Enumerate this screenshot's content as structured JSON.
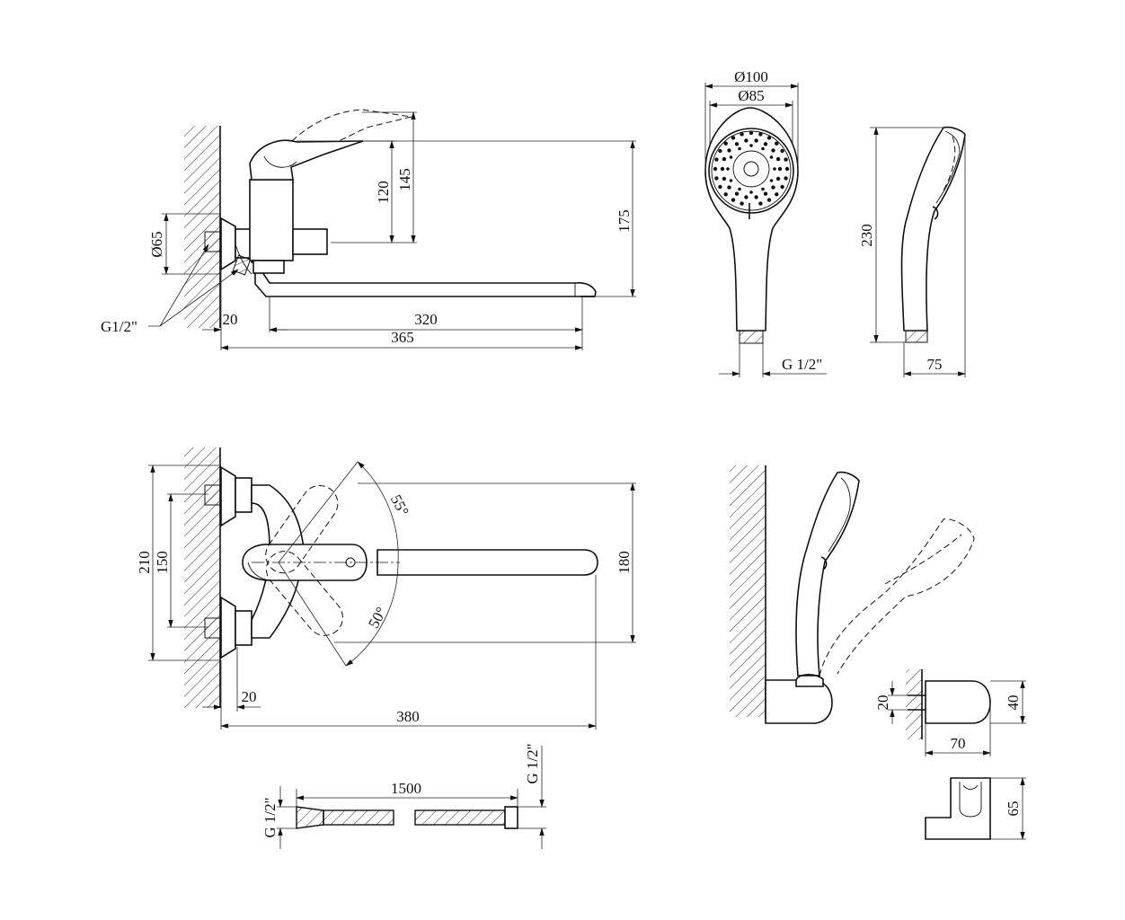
{
  "colors": {
    "ink": "#111111",
    "paper": "#ffffff"
  },
  "faucet_front": {
    "dims": {
      "d65": "Ø65",
      "thread": "G1/2\"",
      "offset": "20",
      "spout": "320",
      "length": "365",
      "h120": "120",
      "h145": "145",
      "h175": "175"
    }
  },
  "shower_head_front": {
    "dims": {
      "d100": "Ø100",
      "d85": "Ø85",
      "thread": "G 1/2\""
    }
  },
  "shower_head_side": {
    "dims": {
      "length": "230",
      "depth": "75"
    }
  },
  "faucet_top": {
    "dims": {
      "width210": "210",
      "width150": "150",
      "depth180": "180",
      "offset": "20",
      "length": "380",
      "angle1": "55°",
      "angle2": "50°"
    }
  },
  "holder_side": {
    "dims": {
      "pin": "20",
      "height": "40",
      "length": "70"
    }
  },
  "holder_front": {
    "dims": {
      "height": "65"
    }
  },
  "hose": {
    "dims": {
      "length": "1500",
      "thread_left": "G 1/2\"",
      "thread_right": "G 1/2\""
    }
  }
}
